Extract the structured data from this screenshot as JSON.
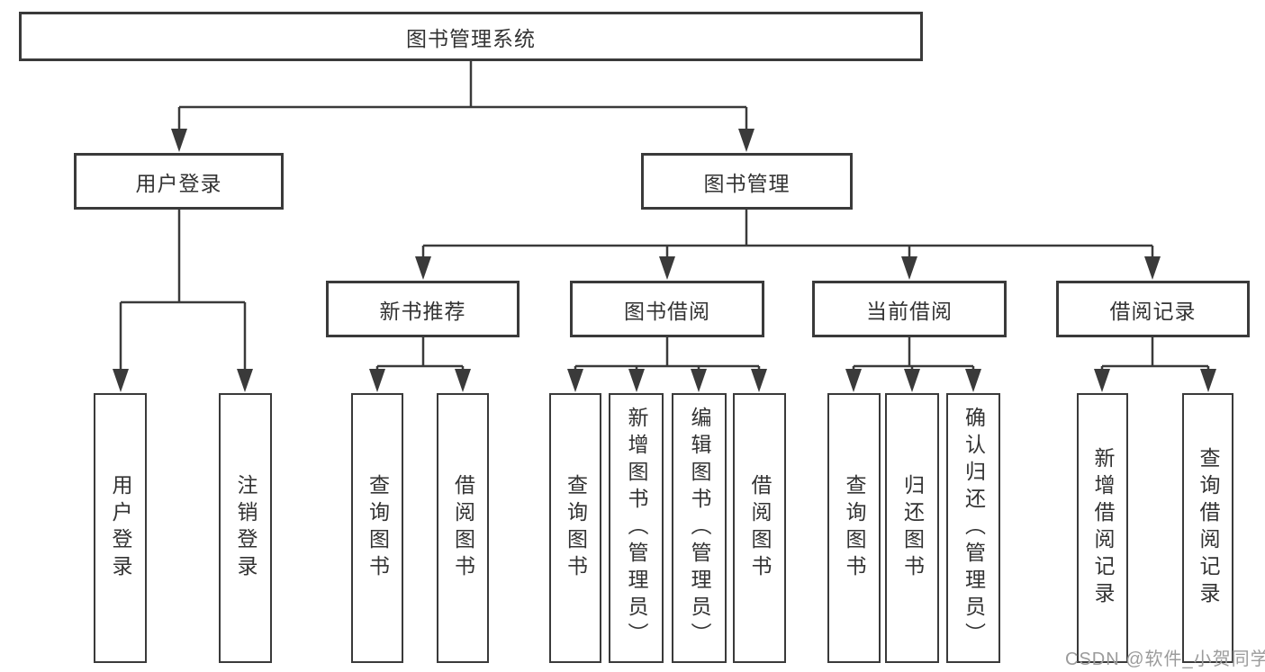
{
  "colors": {
    "line": "#3a3a3a",
    "text": "#333333",
    "box_background": "#ffffff",
    "watermark": "#9b9b9b"
  },
  "tree": {
    "root": "图书管理系统",
    "user_login": {
      "label": "用户登录",
      "children": {
        "login": "用户登录",
        "logout": "注销登录"
      }
    },
    "book_management": {
      "label": "图书管理",
      "sections": {
        "new_book": {
          "label": "新书推荐",
          "children": {
            "query": "查询图书",
            "borrow": "借阅图书"
          }
        },
        "borrowing": {
          "label": "图书借阅",
          "children": {
            "query": "查询图书",
            "add": "新增图书（管理员）",
            "edit": "编辑图书（管理员）",
            "borrow": "借阅图书"
          }
        },
        "current": {
          "label": "当前借阅",
          "children": {
            "query": "查询图书",
            "return": "归还图书",
            "confirm": "确认归还（管理员）"
          }
        },
        "records": {
          "label": "借阅记录",
          "children": {
            "add": "新增借阅记录",
            "query": "查询借阅记录"
          }
        }
      }
    }
  },
  "watermark": "CSDN @软件_小贺同学"
}
